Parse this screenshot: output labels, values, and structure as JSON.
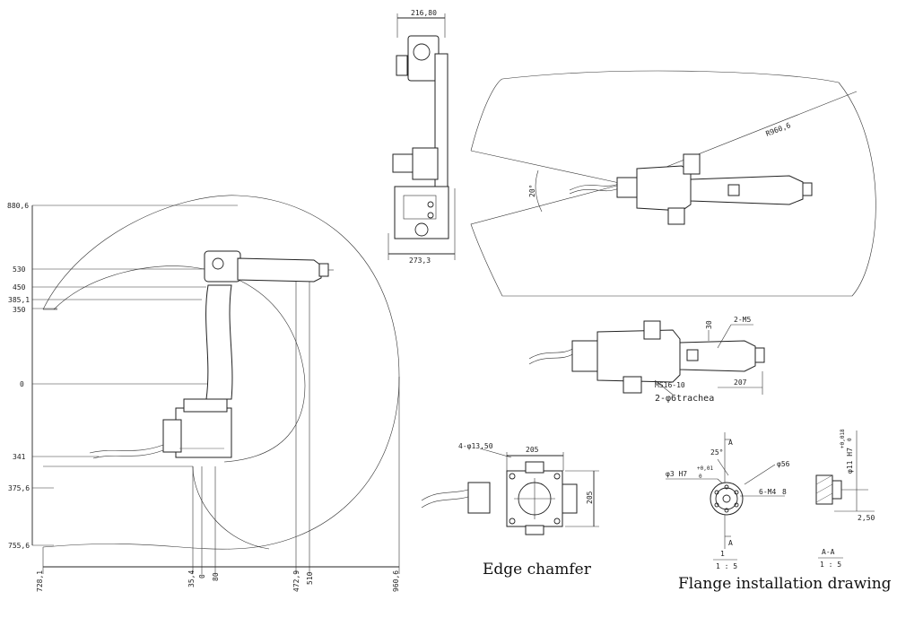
{
  "side_view": {
    "y_dims": [
      "880,6",
      "530",
      "450",
      "385,1",
      "350",
      "0",
      "341",
      "375,6",
      "755,6"
    ],
    "x_dims": [
      "728,1",
      "35,4",
      "0",
      "80",
      "472,9",
      "510",
      "960,6"
    ]
  },
  "front_view": {
    "width_top": "216,80",
    "width_bottom": "273,3"
  },
  "top_view": {
    "radius": "R960,6",
    "angle": "20°"
  },
  "detail_view": {
    "dim_a": "30",
    "dim_b": "2-M5",
    "dim_c": "207",
    "label_a": "MS16-10",
    "label_b": "2-φ6trachea"
  },
  "chamfer_view": {
    "dim_hole": "4-φ13,50",
    "dim_w": "205",
    "dim_h": "205",
    "caption": "Edge chamfer"
  },
  "flange_view": {
    "dim_pin": "φ3 H7",
    "tol_pin_top": "+0,01",
    "tol_pin_bot": "0",
    "dim_angle": "25°",
    "dim_diam": "φ56",
    "dim_thread": "6-M4",
    "depth": "8",
    "marker": "A",
    "scale_label": "1",
    "scale": "1 : 5",
    "section_label": "A-A",
    "side_dim": "φ11 H7",
    "side_tol_top": "+0,018",
    "side_tol_bot": "0",
    "side_dim2": "2,50",
    "caption": "Flange installation drawing"
  }
}
